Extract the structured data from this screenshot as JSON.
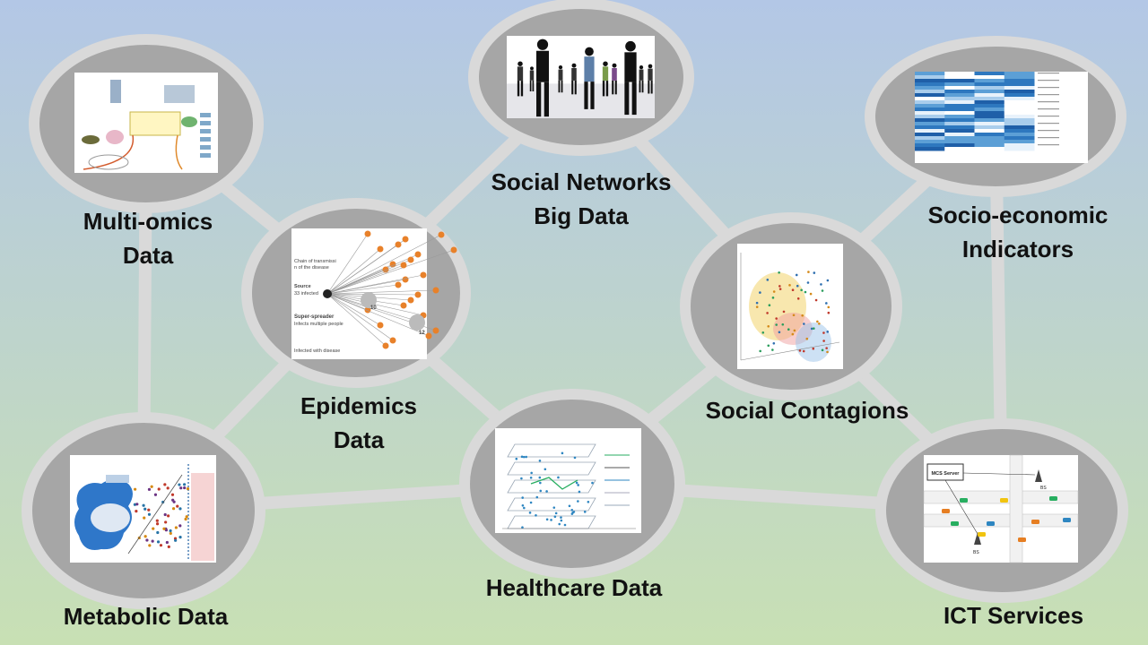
{
  "colors": {
    "background_top": "#b3c7e6",
    "background_bottom": "#c8e0b4",
    "connector": "#d9d9d9",
    "node_ring": "#d9d9d9",
    "node_fill": "#a6a6a6",
    "label_text": "#111111"
  },
  "nodes": [
    {
      "id": "multi-omics",
      "label_lines": [
        "Multi-omics",
        "Data"
      ],
      "thumbnail": "pathway-diagram"
    },
    {
      "id": "social-networks",
      "label_lines": [
        "Social Networks",
        "Big Data"
      ],
      "thumbnail": "crowd-silhouettes"
    },
    {
      "id": "socio-economic",
      "label_lines": [
        "Socio-economic",
        "Indicators"
      ],
      "thumbnail": "blue-heatmap"
    },
    {
      "id": "epidemics",
      "label_lines": [
        "Epidemics",
        "Data"
      ],
      "thumbnail": "transmission-chain",
      "thumbnail_text": {
        "chain": "Chain of transmission of the disease",
        "source": "Source",
        "source_count": "33 infected",
        "super": "Super-spreader",
        "super_sub": "Infects multiple people",
        "infected": "Infected with disease",
        "n1": "10",
        "n2": "12"
      }
    },
    {
      "id": "social-contagions",
      "label_lines": [
        "Social Contagions"
      ],
      "thumbnail": "3d-scatter"
    },
    {
      "id": "metabolic",
      "label_lines": [
        "Metabolic Data"
      ],
      "thumbnail": "gut-metabolism"
    },
    {
      "id": "healthcare",
      "label_lines": [
        "Healthcare Data"
      ],
      "thumbnail": "multilayer-network"
    },
    {
      "id": "ict",
      "label_lines": [
        "ICT Services"
      ],
      "thumbnail": "mcs-network",
      "thumbnail_text": {
        "server": "MCS Server",
        "bs": "BS"
      }
    }
  ],
  "edges": [
    [
      "multi-omics",
      "epidemics"
    ],
    [
      "multi-omics",
      "metabolic"
    ],
    [
      "epidemics",
      "social-networks"
    ],
    [
      "epidemics",
      "metabolic"
    ],
    [
      "epidemics",
      "healthcare"
    ],
    [
      "social-networks",
      "social-contagions"
    ],
    [
      "social-contagions",
      "socio-economic"
    ],
    [
      "social-contagions",
      "healthcare"
    ],
    [
      "social-contagions",
      "ict"
    ],
    [
      "socio-economic",
      "ict"
    ],
    [
      "metabolic",
      "healthcare"
    ],
    [
      "healthcare",
      "ict"
    ]
  ]
}
